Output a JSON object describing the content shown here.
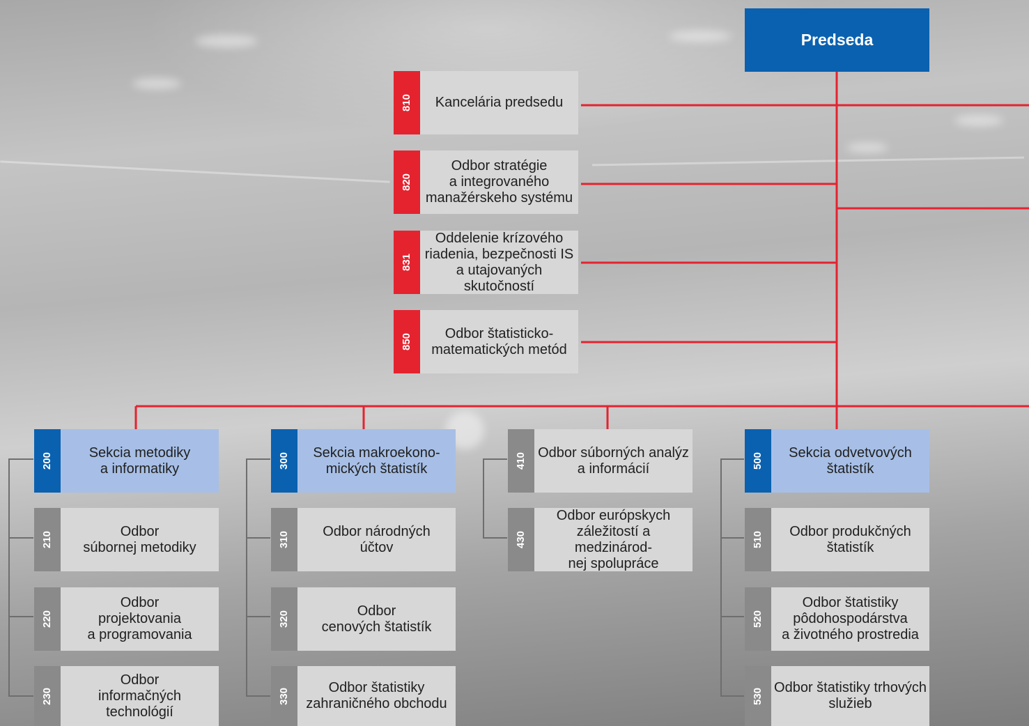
{
  "president": {
    "label": "Predseda"
  },
  "staff_units": [
    {
      "code": "810",
      "label": "Kancelária predsedu"
    },
    {
      "code": "820",
      "label": "Odbor stratégie\na integrovaného\nmanažérskeho systému"
    },
    {
      "code": "831",
      "label": "Oddelenie krízového\nriadenia, bezpečnosti IS\na utajovaných skutočností"
    },
    {
      "code": "850",
      "label": "Odbor štatisticko-\nmatematických metód"
    }
  ],
  "columns": [
    {
      "section": {
        "code": "200",
        "label": "Sekcia metodiky\na informatiky"
      },
      "departments": [
        {
          "code": "210",
          "label": "Odbor\nsúbornej metodiky"
        },
        {
          "code": "220",
          "label": "Odbor\nprojektovania\na programovania"
        },
        {
          "code": "230",
          "label": "Odbor\ninformačných\ntechnológií"
        }
      ]
    },
    {
      "section": {
        "code": "300",
        "label": "Sekcia makroekono-\nmických štatistík"
      },
      "departments": [
        {
          "code": "310",
          "label": "Odbor národných\núčtov"
        },
        {
          "code": "320",
          "label": "Odbor\ncenových štatistík"
        },
        {
          "code": "330",
          "label": "Odbor štatistiky\nzahraničného obchodu"
        }
      ]
    },
    {
      "section": {
        "code": "410",
        "label": "Odbor súborných analýz\na informácií"
      },
      "departments": [
        {
          "code": "430",
          "label": "Odbor európskych\nzáležitostí a medzinárod-\nnej spolupráce"
        }
      ]
    },
    {
      "section": {
        "code": "500",
        "label": "Sekcia odvetvových\nštatistík"
      },
      "departments": [
        {
          "code": "510",
          "label": "Odbor produkčných\nštatistík"
        },
        {
          "code": "520",
          "label": "Odbor štatistiky\npôdohospodárstva\na životného prostredia"
        },
        {
          "code": "530",
          "label": "Odbor štatistiky trhových\nslužieb"
        }
      ]
    }
  ],
  "colors": {
    "red": "#e4232f",
    "blue": "#0a61b0",
    "section_fill": "#a7bfe6",
    "unit_fill": "#d7d7d7",
    "grey_code": "#8a8a8a"
  }
}
